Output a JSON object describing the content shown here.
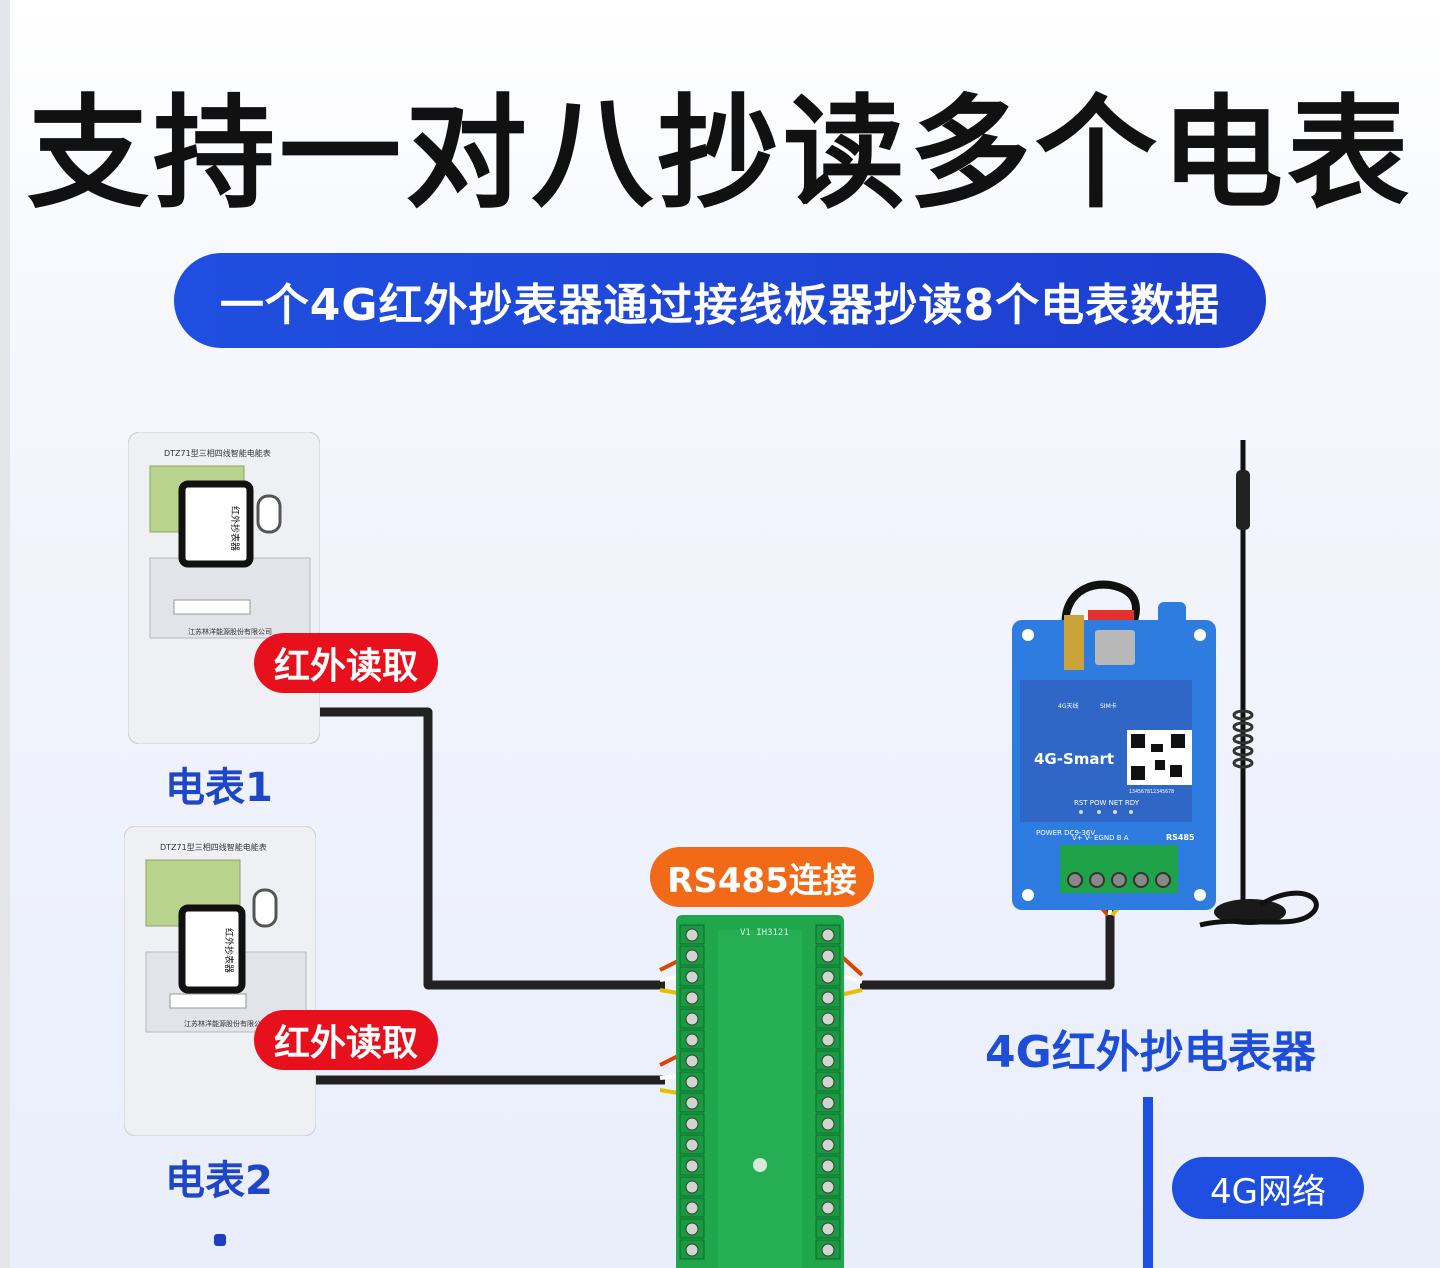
{
  "headline": "支持一对八抄读多个电表",
  "subtitle": "一个4G红外抄表器通过接线板器抄读8个电表数据",
  "meters": [
    {
      "label": "电表1",
      "model": "DTZ71型三相四线智能电能表",
      "reader_text": "红外抄表器",
      "maker": "江苏林洋能源股份有限公司",
      "badge": "红外读取"
    },
    {
      "label": "电表2",
      "model": "DTZ71型三相四线智能电能表",
      "reader_text": "红外抄表器",
      "maker": "江苏林洋能源股份有限公司",
      "badge": "红外读取"
    }
  ],
  "connection_badge": "RS485连接",
  "device": {
    "name": "4G-Smart",
    "label": "4G红外抄电表器",
    "leds": [
      "RST",
      "POW",
      "NET",
      "RDY"
    ],
    "power": "POWER DC9-36V",
    "terminals": [
      "V+",
      "V-",
      "EGND",
      "B",
      "A"
    ],
    "port": "RS485",
    "serial": "134567812345678",
    "icons": [
      "4G天线",
      "SIM卡"
    ]
  },
  "network_badge": "4G网络",
  "colors": {
    "accent": "#1f4fe0",
    "red": "#e8101d",
    "orange": "#f26a17",
    "device_blue": "#2f7ce0",
    "pcb_green": "#1fa34a"
  }
}
